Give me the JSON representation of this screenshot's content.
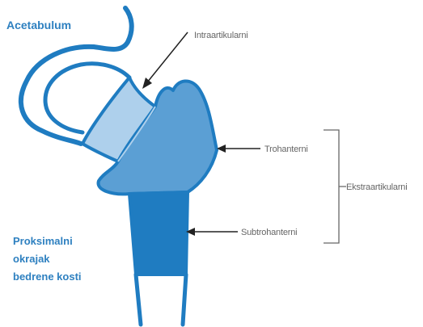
{
  "labels": {
    "acetabulum": "Acetabulum",
    "intraarticular": "Intraartikularni",
    "trochanteric": "Trohanterni",
    "extraarticular": "Ekstraartikularni",
    "subtrochanteric": "Subtrohanterni",
    "proximal_end": [
      "Proksimalni",
      "okrajak",
      "bedrene kosti"
    ]
  },
  "colors": {
    "outline": "#1f7cc1",
    "neck_fill": "#aed0ec",
    "trochanter_fill": "#5b9fd4",
    "subtrochanter_fill": "#1f7cc1",
    "arrow": "#222222",
    "bracket": "#666666",
    "title_text": "#2e80c0",
    "callout_text": "#666666"
  }
}
